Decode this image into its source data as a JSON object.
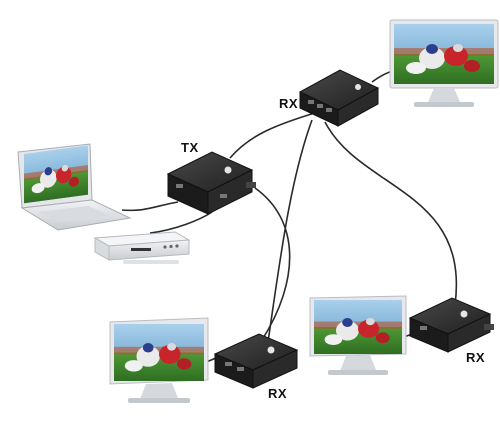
{
  "labels": {
    "tx": "TX",
    "rx_top": "RX",
    "rx_left": "RX",
    "rx_right": "RX"
  },
  "colors": {
    "cable": "#2a2a2a",
    "device_body": "#2b2b2b",
    "device_top": "#3a3a3a",
    "screen_sky": "#7fb3d9",
    "field_green": "#3f8a2e",
    "bezel": "#eef0f2",
    "stand": "#c7ccd1"
  },
  "icons": {
    "transmitter": "hdmi-transmitter-icon",
    "receiver": "hdmi-receiver-icon",
    "tv": "flat-tv-icon",
    "laptop": "laptop-icon",
    "player": "dvd-player-icon"
  }
}
